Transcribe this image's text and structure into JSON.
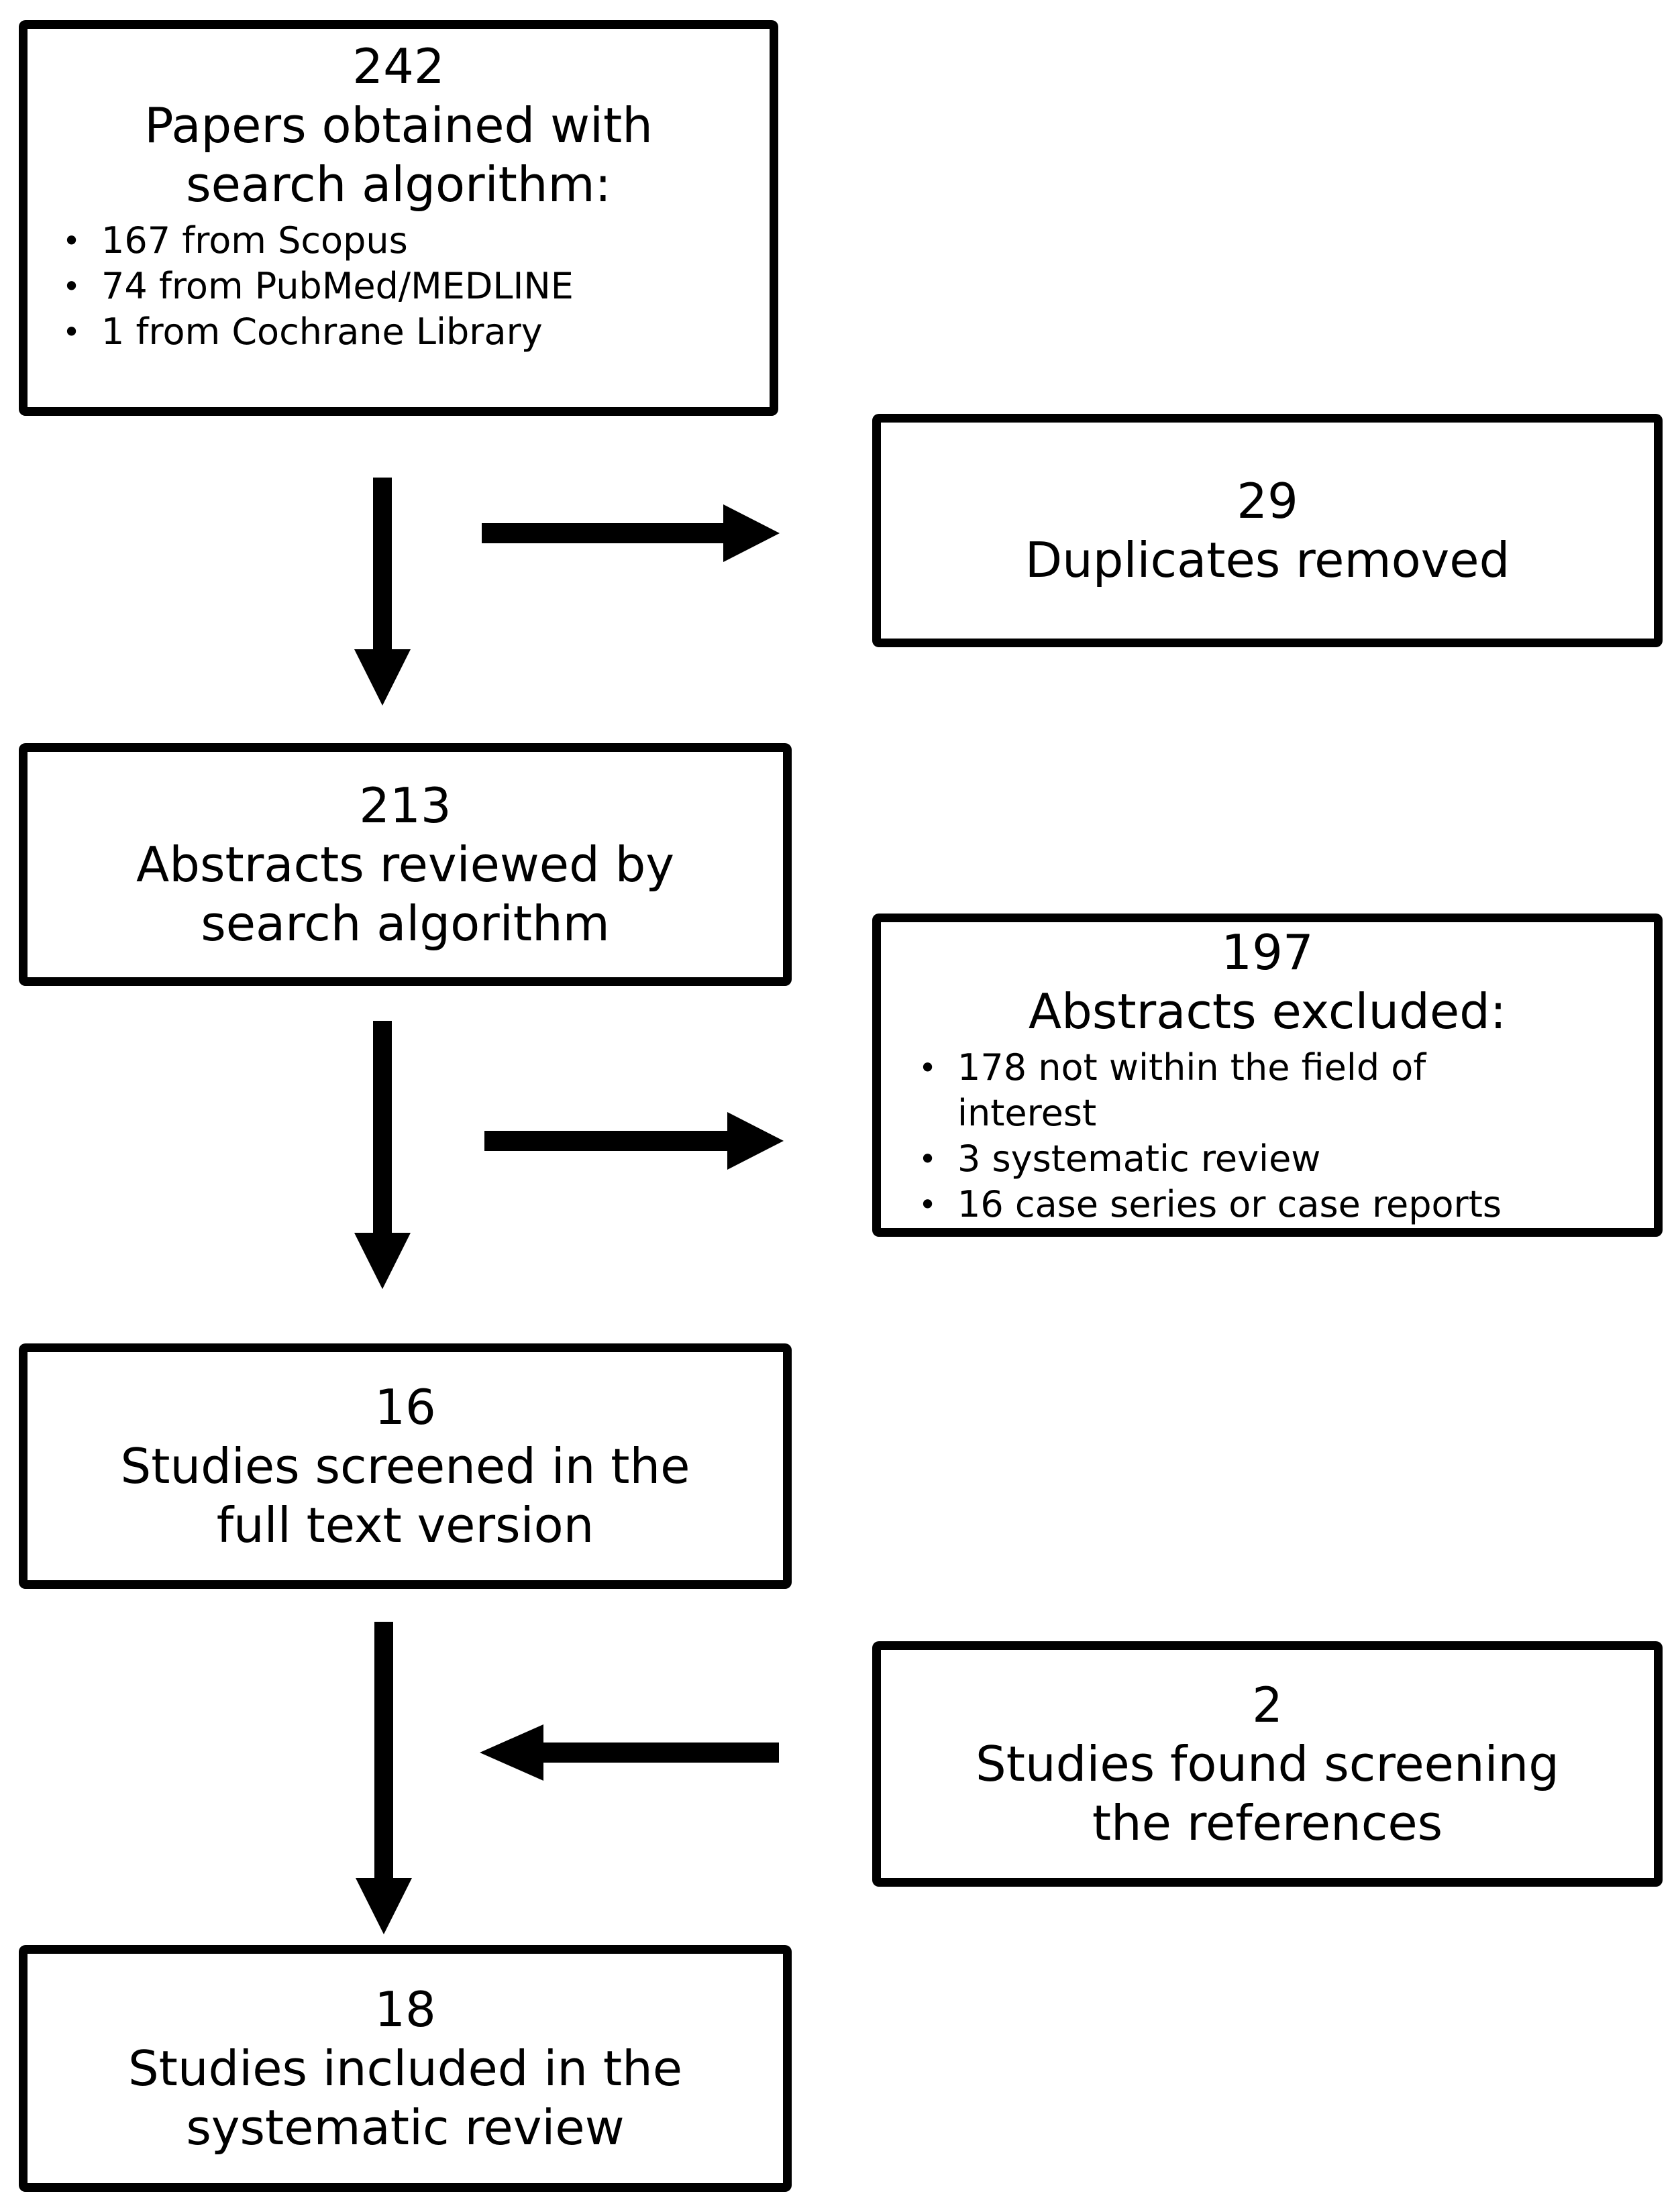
{
  "flowchart": {
    "colors": {
      "background": "#ffffff",
      "box_border": "#000000",
      "text": "#000000",
      "arrow": "#000000"
    },
    "boxes": [
      {
        "name": "papers-obtained",
        "count": "242",
        "lines": [
          "Papers obtained with",
          "search algorithm:"
        ],
        "bullets": [
          "167 from Scopus",
          "74 from PubMed/MEDLINE",
          "1 from Cochrane Library"
        ]
      },
      {
        "name": "duplicates-removed",
        "count": "29",
        "lines": [
          "Duplicates removed"
        ]
      },
      {
        "name": "abstracts-reviewed",
        "count": "213",
        "lines": [
          "Abstracts reviewed by",
          "search algorithm"
        ]
      },
      {
        "name": "abstracts-excluded",
        "count": "197",
        "lines": [
          "Abstracts excluded:"
        ],
        "bullets": [
          "178 not within the field of interest",
          "3 systematic review",
          "16 case series or case reports"
        ]
      },
      {
        "name": "full-text-screened",
        "count": "16",
        "lines": [
          "Studies screened in the",
          "full text version"
        ]
      },
      {
        "name": "references-found",
        "count": "2",
        "lines": [
          "Studies found screening",
          "the references"
        ]
      },
      {
        "name": "included",
        "count": "18",
        "lines": [
          "Studies included in the",
          "systematic review"
        ]
      }
    ],
    "arrows": [
      {
        "from": "papers-obtained",
        "to": "abstracts-reviewed",
        "direction": "down"
      },
      {
        "from": "papers-obtained",
        "to": "duplicates-removed",
        "direction": "right"
      },
      {
        "from": "abstracts-reviewed",
        "to": "full-text-screened",
        "direction": "down"
      },
      {
        "from": "abstracts-reviewed",
        "to": "abstracts-excluded",
        "direction": "right"
      },
      {
        "from": "full-text-screened",
        "to": "included",
        "direction": "down"
      },
      {
        "from": "references-found",
        "to": "full-text-screened",
        "direction": "left"
      }
    ]
  }
}
